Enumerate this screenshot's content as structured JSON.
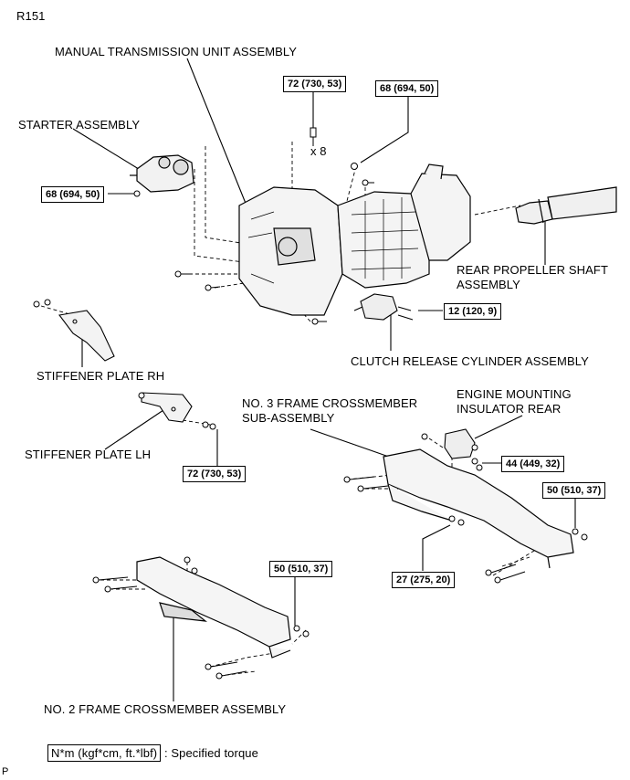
{
  "code": "R151",
  "footer_code": "P",
  "labels": {
    "manual_transmission": "MANUAL TRANSMISSION UNIT ASSEMBLY",
    "starter": "STARTER ASSEMBLY",
    "rear_shaft_1": "REAR PROPELLER SHAFT",
    "rear_shaft_2": "ASSEMBLY",
    "clutch_release": "CLUTCH RELEASE CYLINDER ASSEMBLY",
    "stiffener_rh": "STIFFENER PLATE RH",
    "stiffener_lh": "STIFFENER PLATE LH",
    "frame3_1": "NO. 3 FRAME CROSSMEMBER",
    "frame3_2": "SUB-ASSEMBLY",
    "engine_mount_1": "ENGINE MOUNTING",
    "engine_mount_2": "INSULATOR REAR",
    "frame2": "NO. 2 FRAME CROSSMEMBER ASSEMBLY",
    "qty": "x 8"
  },
  "torques": {
    "t1": "72 (730, 53)",
    "t2": "68 (694, 50)",
    "t3": "68 (694, 50)",
    "t4": "12 (120, 9)",
    "t5": "72 (730, 53)",
    "t6": "44 (449, 32)",
    "t7": "50 (510, 37)",
    "t8": "27 (275, 20)",
    "t9": "50 (510, 37)"
  },
  "legend": {
    "unit": "N*m (kgf*cm, ft.*lbf)",
    "text": ": Specified torque"
  }
}
